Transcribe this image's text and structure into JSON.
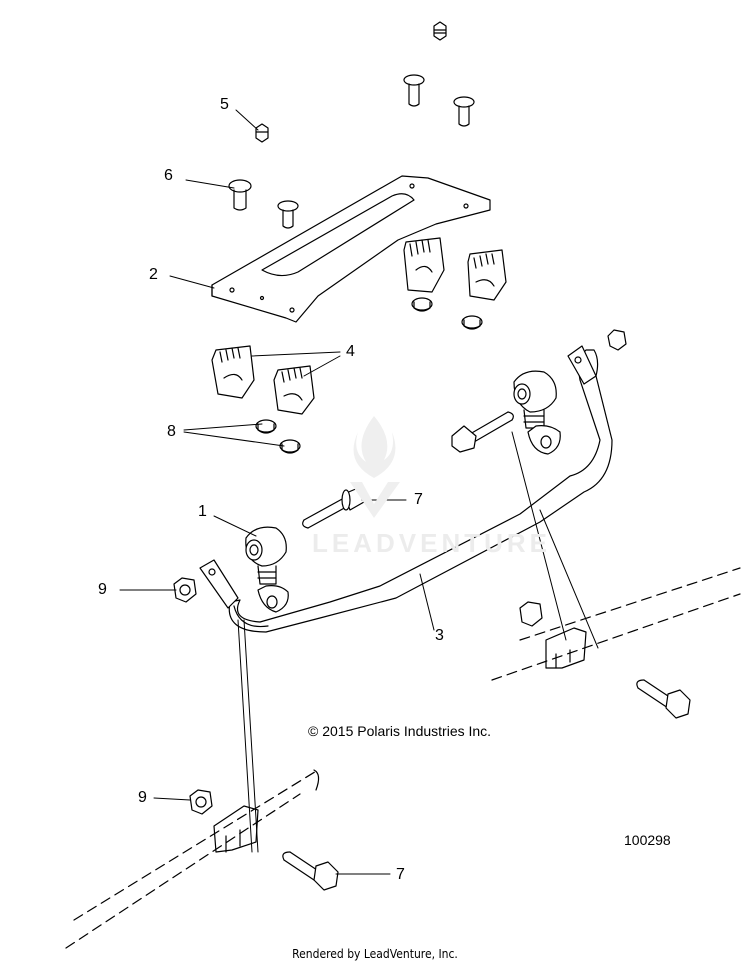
{
  "callouts": {
    "c1": "1",
    "c2": "2",
    "c3": "3",
    "c4": "4",
    "c5": "5",
    "c6": "6",
    "c7_upper": "7",
    "c7_lower": "7",
    "c8": "8",
    "c9_upper": "9",
    "c9_lower": "9"
  },
  "copyright": "© 2015 Polaris Industries Inc.",
  "diagram_number": "100298",
  "rendered_by": "Rendered by LeadVenture, Inc.",
  "watermark": "LEADVENTURE",
  "colors": {
    "line": "#000000",
    "background": "#ffffff",
    "watermark": "#ececec"
  }
}
